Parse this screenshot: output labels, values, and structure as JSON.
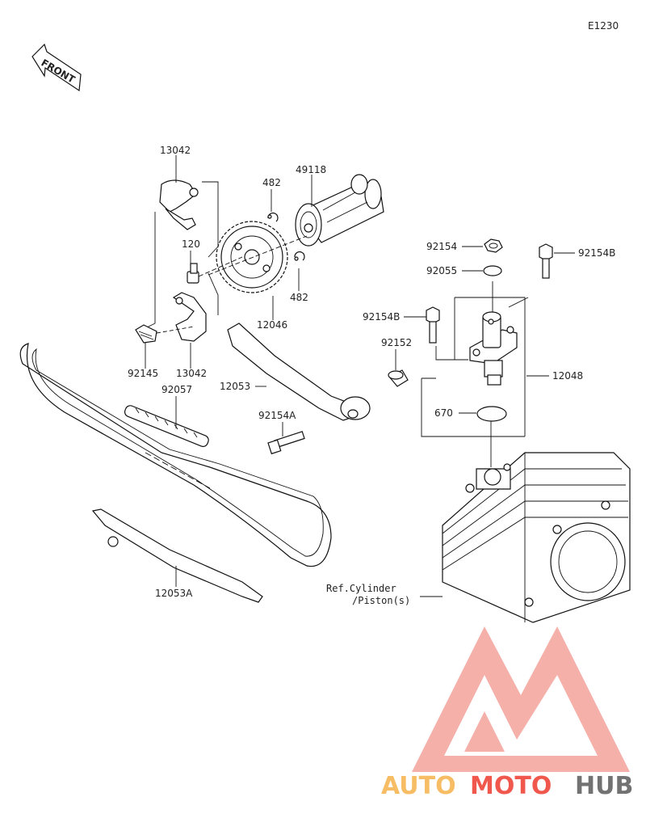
{
  "diagram": {
    "code": "E1230",
    "front_label": "FRONT",
    "ref_note": [
      "Ref.Cylinder",
      "/Piston(s)"
    ],
    "parts": [
      {
        "id": "p13042a",
        "number": "13042"
      },
      {
        "id": "p49118",
        "number": "49118"
      },
      {
        "id": "p482a",
        "number": "482"
      },
      {
        "id": "p120",
        "number": "120"
      },
      {
        "id": "p482b",
        "number": "482"
      },
      {
        "id": "p12046",
        "number": "12046"
      },
      {
        "id": "p92145",
        "number": "92145"
      },
      {
        "id": "p13042b",
        "number": "13042"
      },
      {
        "id": "p92057",
        "number": "92057"
      },
      {
        "id": "p12053",
        "number": "12053"
      },
      {
        "id": "p92154a",
        "number": "92154A"
      },
      {
        "id": "p92152",
        "number": "92152"
      },
      {
        "id": "p92154",
        "number": "92154"
      },
      {
        "id": "p92055",
        "number": "92055"
      },
      {
        "id": "p92154b_left",
        "number": "92154B"
      },
      {
        "id": "p92154b_right",
        "number": "92154B"
      },
      {
        "id": "p12048",
        "number": "12048"
      },
      {
        "id": "p670",
        "number": "670"
      },
      {
        "id": "p12053a",
        "number": "12053A"
      }
    ]
  },
  "watermark": {
    "word1": "AUTO",
    "word2": "MOTO",
    "word3": "HUB",
    "colors": {
      "orange": "#f6b24a",
      "red": "#ee3b2f",
      "gray": "#5a5a5a",
      "pink": "#f4a39c"
    }
  }
}
